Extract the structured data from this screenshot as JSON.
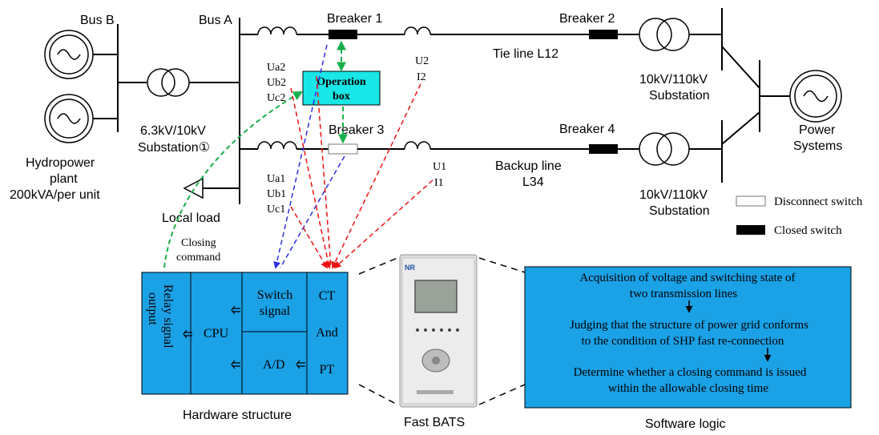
{
  "labels": {
    "bus_b": "Bus B",
    "bus_a": "Bus A",
    "breaker1": "Breaker 1",
    "breaker2": "Breaker 2",
    "breaker3": "Breaker 3",
    "breaker4": "Breaker 4",
    "tie_line": "Tie line L12",
    "backup_line_1": "Backup line",
    "backup_line_2": "L34",
    "substation_top_1": "10kV/110kV",
    "substation_top_2": "Substation",
    "substation_bot_1": "10kV/110kV",
    "substation_bot_2": "Substation",
    "substation1_1": "6.3kV/10kV",
    "substation1_2": "Substation①",
    "hydro_1": "Hydropower",
    "hydro_2": "plant",
    "hydro_3": "200kVA/per unit",
    "local_load": "Local load",
    "power_systems_1": "Power",
    "power_systems_2": "Systems",
    "ua2": "Ua2",
    "ub2": "Ub2",
    "uc2": "Uc2",
    "ua1": "Ua1",
    "ub1": "Ub1",
    "uc1": "Uc1",
    "u2": "U2",
    "i2": "I2",
    "u1": "U1",
    "i1": "I1",
    "operation_box_1": "Operation",
    "operation_box_2": "box",
    "closing_1": "Closing",
    "closing_2": "command",
    "legend_disconnect": "Disconnect switch",
    "legend_closed": "Closed switch",
    "hw_relay_1": "Relay signal",
    "hw_relay_2": "output",
    "hw_cpu": "CPU",
    "hw_switch_1": "Switch",
    "hw_switch_2": "signal",
    "hw_ad": "A/D",
    "hw_ct": "CT",
    "hw_and": "And",
    "hw_pt": "PT",
    "hw_caption": "Hardware structure",
    "device_caption": "Fast BATS",
    "device_brand": "NR",
    "sw_line1": "Acquisition of voltage and switching state of",
    "sw_line2": "two transmission lines",
    "sw_line3": "Judging that the structure of power grid conforms",
    "sw_line4": "to the condition of SHP fast re-connection",
    "sw_line5": "Determine whether a closing command is issued",
    "sw_line6": "within the allowable closing time",
    "sw_caption": "Software logic"
  },
  "colors": {
    "blue_box": "#1aa1e6",
    "operation_box": "#19e6e6",
    "blue_signal": "#2e2ee6",
    "red_signal": "#ee1111",
    "green_signal": "#18b04a"
  }
}
